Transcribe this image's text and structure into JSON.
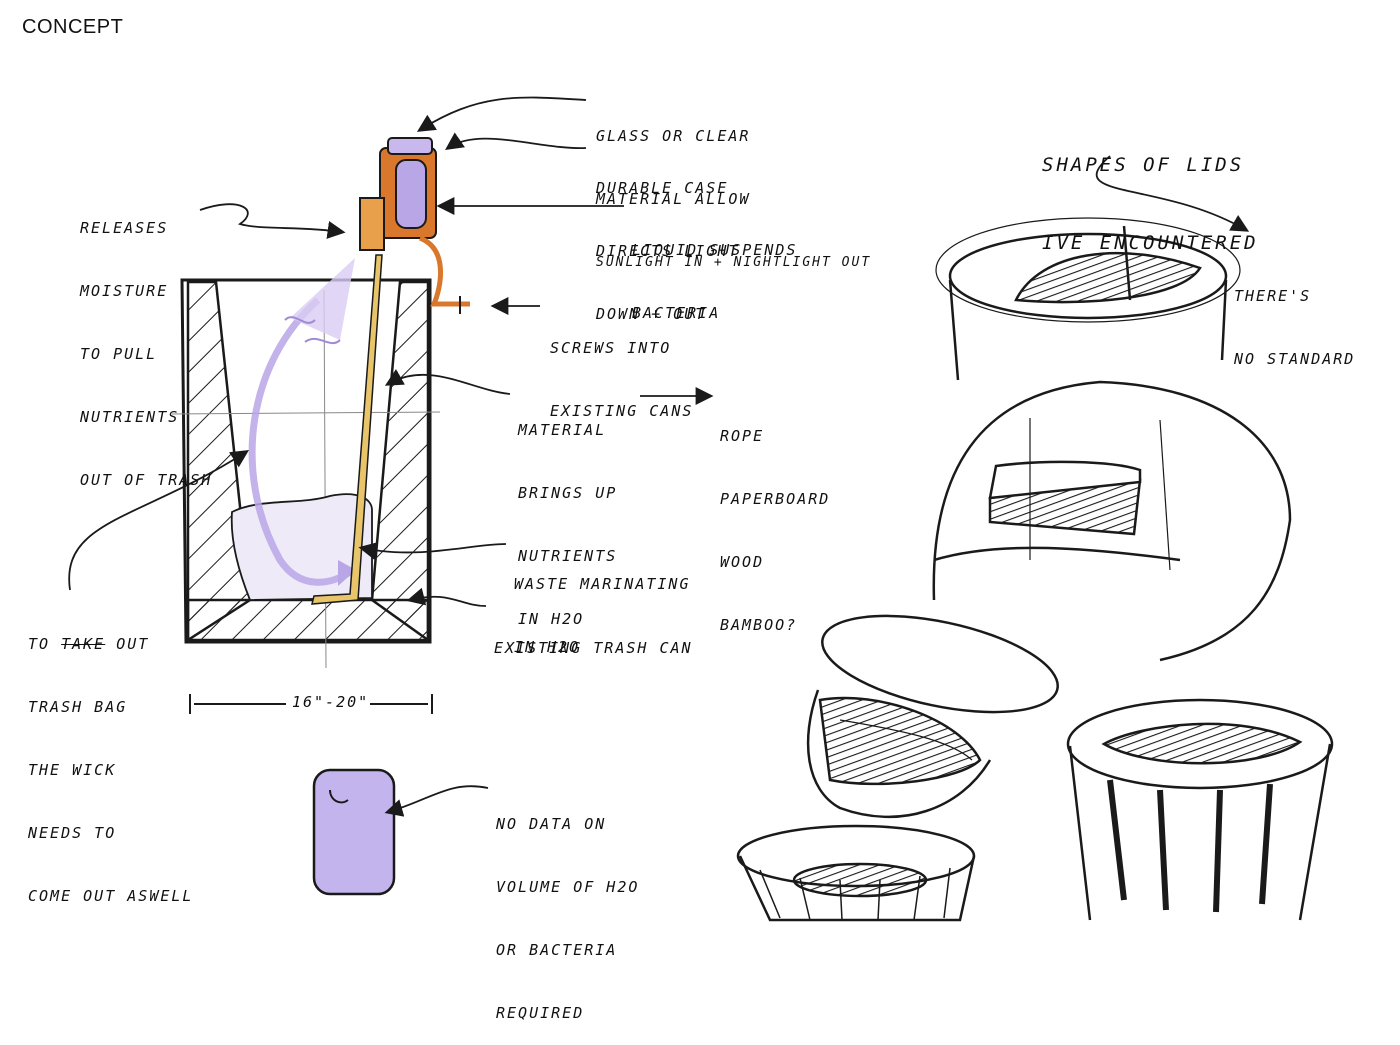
{
  "header": {
    "title": "CONCEPT"
  },
  "notes": {
    "glass": [
      "GLASS OR CLEAR",
      "MATERIAL ALLOW",
      "SUNLIGHT IN + NIGHTLIGHT OUT"
    ],
    "case": [
      "DURABLE CASE",
      "DIRECTS LIGHT",
      "DOWN + OUT"
    ],
    "liquid": [
      "LIQUID SUSPENDS",
      "BACTERIA"
    ],
    "moisture": [
      "RELEASES",
      "MOISTURE",
      "TO PULL",
      "NUTRIENTS",
      "OUT OF TRASH"
    ],
    "screws": [
      "SCREWS INTO",
      "EXISTING CANS"
    ],
    "material": [
      "MATERIAL",
      "BRINGS UP",
      "NUTRIENTS",
      "IN H2O"
    ],
    "options": [
      "ROPE",
      "PAPERBOARD",
      "WOOD",
      "BAMBOO?"
    ],
    "waste": [
      "WASTE MARINATING",
      "IN H2O"
    ],
    "existing": [
      "EXISTING TRASH CAN"
    ],
    "takeout": {
      "pre": "TO ",
      "struck": "TAKE",
      "post": " OUT",
      "lines": [
        "TRASH BAG",
        "THE WICK",
        "NEEDS TO",
        "COME OUT ASWELL"
      ]
    },
    "dimension": "16\"-20\"",
    "nodata": [
      "NO DATA ON",
      "VOLUME OF H2O",
      "OR BACTERIA",
      "REQUIRED"
    ],
    "lids": [
      "SHAPES OF LIDS",
      "IVE ENCOUNTERED"
    ],
    "standard": [
      "THERE'S",
      "NO STANDARD"
    ]
  },
  "colors": {
    "ink": "#1a1a1a",
    "purple": "#b9a6e6",
    "orange": "#d9782d",
    "yellow": "#e8c46a"
  }
}
